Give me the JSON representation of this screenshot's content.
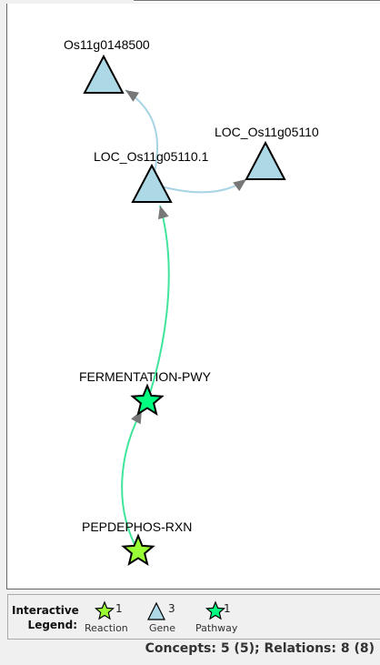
{
  "graph": {
    "nodes": [
      {
        "id": "os11g0148500",
        "label": "Os11g0148500",
        "type": "gene"
      },
      {
        "id": "loc_os11g05110",
        "label": "LOC_Os11g05110",
        "type": "gene"
      },
      {
        "id": "loc_os11g05110_1",
        "label": "LOC_Os11g05110.1",
        "type": "gene"
      },
      {
        "id": "fermentation_pwy",
        "label": "FERMENTATION-PWY",
        "type": "pathway"
      },
      {
        "id": "pepdephos_rxn",
        "label": "PEPDEPHOS-RXN",
        "type": "reaction"
      }
    ],
    "edges": [
      {
        "from": "loc_os11g05110_1",
        "to": "os11g0148500",
        "color": "#a8d4e6"
      },
      {
        "from": "loc_os11g05110_1",
        "to": "loc_os11g05110",
        "color": "#a8d4e6"
      },
      {
        "from": "fermentation_pwy",
        "to": "loc_os11g05110_1",
        "color": "#3ee59a"
      },
      {
        "from": "pepdephos_rxn",
        "to": "fermentation_pwy",
        "color": "#3ee59a"
      }
    ]
  },
  "node_styles": {
    "gene": {
      "shape": "triangle",
      "fill": "#add8e6"
    },
    "pathway": {
      "shape": "star",
      "fill": "#00ff7f"
    },
    "reaction": {
      "shape": "star",
      "fill": "#9aff34"
    }
  },
  "legend": {
    "title_line1": "Interactive",
    "title_line2": "Legend:",
    "items": [
      {
        "name": "reaction",
        "count": "1",
        "label": "Reaction",
        "shape": "star",
        "fill": "#9aff34"
      },
      {
        "name": "gene",
        "count": "3",
        "label": "Gene",
        "shape": "triangle",
        "fill": "#add8e6"
      },
      {
        "name": "pathway",
        "count": "1",
        "label": "Pathway",
        "shape": "star",
        "fill": "#00ff7f"
      }
    ]
  },
  "status": {
    "text": "Concepts: 5 (5); Relations: 8 (8)"
  },
  "arrow_color": "#777777"
}
